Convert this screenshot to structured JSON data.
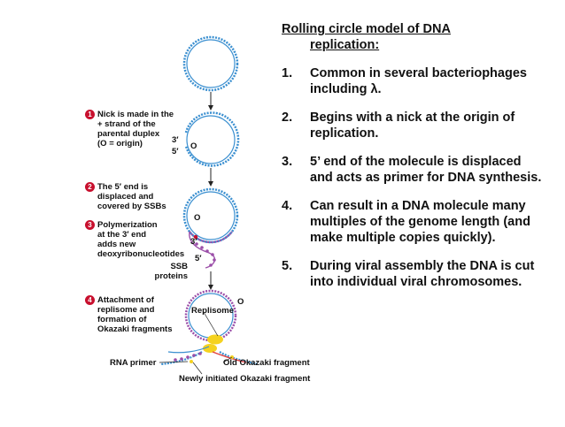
{
  "figure": {
    "colors": {
      "blue_strand": "#3a8fd0",
      "purple_strand": "#9b4ea8",
      "red_badge": "#c8102e",
      "yellow_replisome": "#f5d21f"
    },
    "steps": [
      {
        "number": "1",
        "text": "Nick is made in the\n+ strand of the\nparental duplex\n(O = origin)"
      },
      {
        "number": "2",
        "text": "The 5′ end is\ndisplaced and\ncovered by SSBs"
      },
      {
        "number": "3",
        "text": "Polymerization\nat the 3′ end\nadds new\ndeoxyribonucleotides"
      },
      {
        "number": "4",
        "text": "Attachment of\nreplisome and\nformation of\nOkazaki fragments"
      }
    ],
    "labels": {
      "three_prime": "3′",
      "five_prime": "5′",
      "origin": "O",
      "ssb_proteins": "SSB\nproteins",
      "replisome": "Replisome",
      "rna_primer": "RNA primer",
      "old_okazaki": "Old Okazaki fragment",
      "new_okazaki": "Newly initiated Okazaki fragment"
    }
  },
  "notes": {
    "title_line1": "Rolling circle model of DNA",
    "title_line2": "replication:",
    "items": [
      {
        "number": "1.",
        "text": "Common in several bacteriophages including λ."
      },
      {
        "number": "2.",
        "text": "Begins with a nick at the origin of replication."
      },
      {
        "number": "3.",
        "text": "5’ end of the molecule is displaced and acts as primer for DNA synthesis."
      },
      {
        "number": "4.",
        "text": "Can result in a DNA molecule many multiples of the genome length (and make multiple copies quickly)."
      },
      {
        "number": "5.",
        "text": "During viral assembly the DNA is cut into individual viral chromosomes."
      }
    ]
  }
}
